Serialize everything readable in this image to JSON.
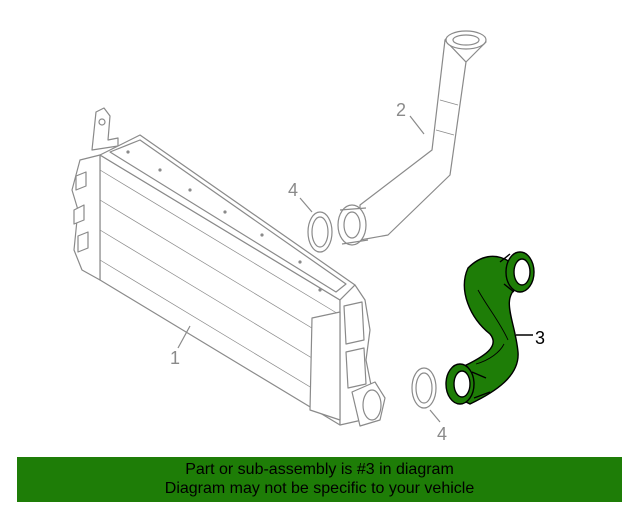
{
  "diagram": {
    "callouts": {
      "intercooler": "1",
      "inlet_pipe": "2",
      "outlet_hose": "3",
      "seal_upper": "4",
      "seal_lower": "4"
    },
    "colors": {
      "line": "#8a8a8a",
      "highlight_fill": "#1e7d07",
      "highlight_stroke": "#000000"
    }
  },
  "banner": {
    "line1": "Part or sub-assembly is #3 in diagram",
    "line2": "Diagram may not be specific to your vehicle",
    "background": "#1e7d07"
  }
}
